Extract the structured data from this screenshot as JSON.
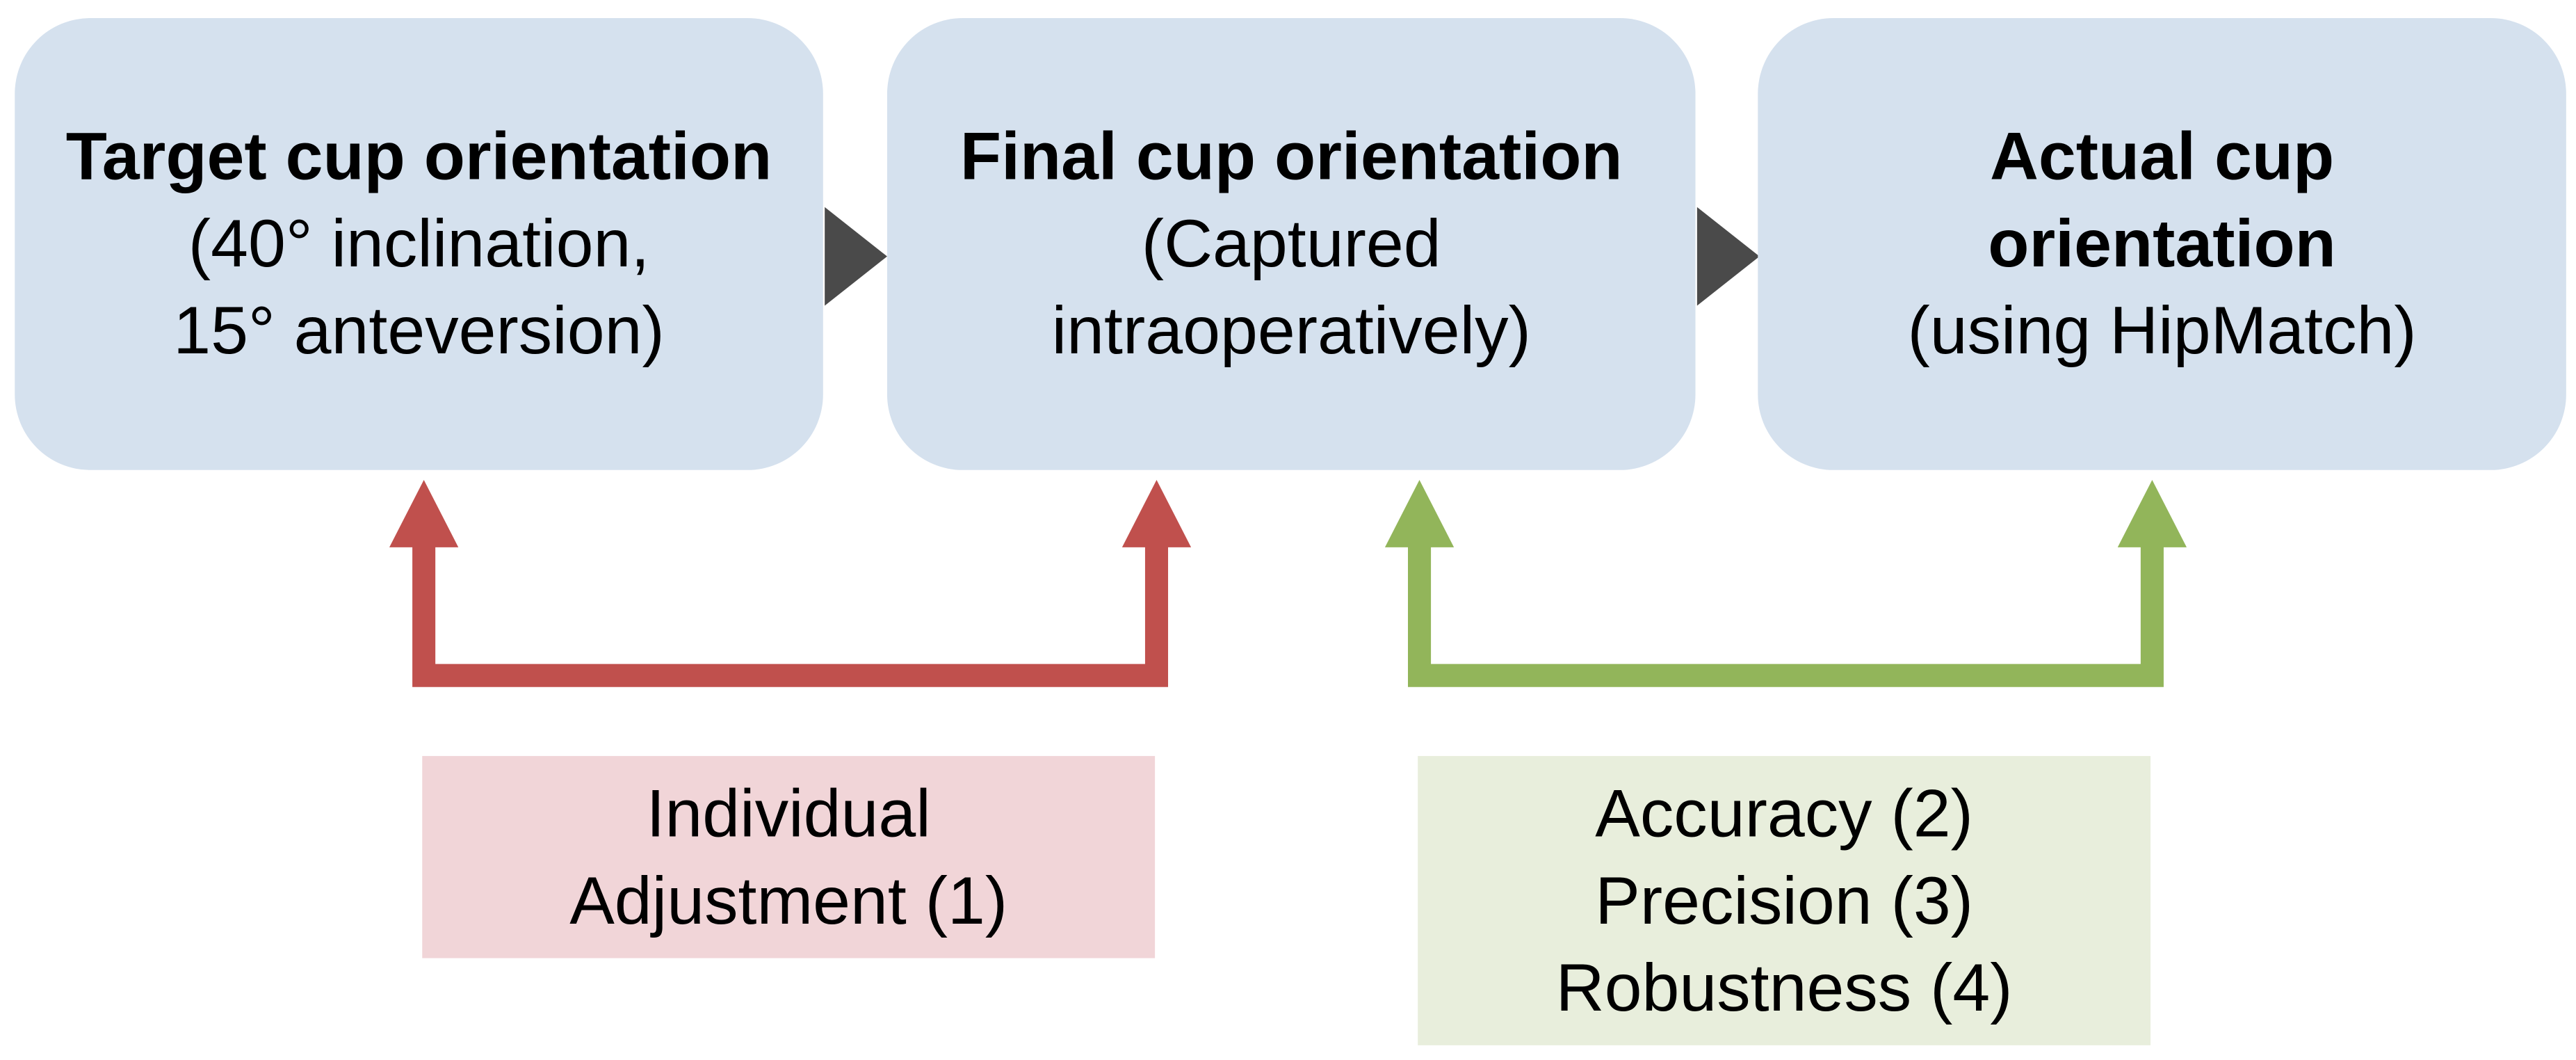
{
  "boxes": [
    {
      "title": "Target cup orientation",
      "lines": [
        "(40° inclination,",
        "15° anteversion)"
      ]
    },
    {
      "title": "Final cup orientation",
      "lines": [
        "(Captured",
        "intraoperatively)"
      ]
    },
    {
      "title_lines": [
        "Actual cup",
        "orientation"
      ],
      "lines": [
        "(using HipMatch)"
      ]
    }
  ],
  "labels": {
    "adjustment": [
      "Individual",
      "Adjustment (1)"
    ],
    "evaluation": [
      "Accuracy (2)",
      "Precision (3)",
      "Robustness (4)"
    ]
  },
  "colors": {
    "box_fill": "#d5e1ee",
    "flow_arrow": "#4a4a4a",
    "adjustment_arrow": "#c0504d",
    "adjustment_fill": "#f1d5d8",
    "evaluation_arrow": "#92b55a",
    "evaluation_fill": "#e8eedc"
  }
}
